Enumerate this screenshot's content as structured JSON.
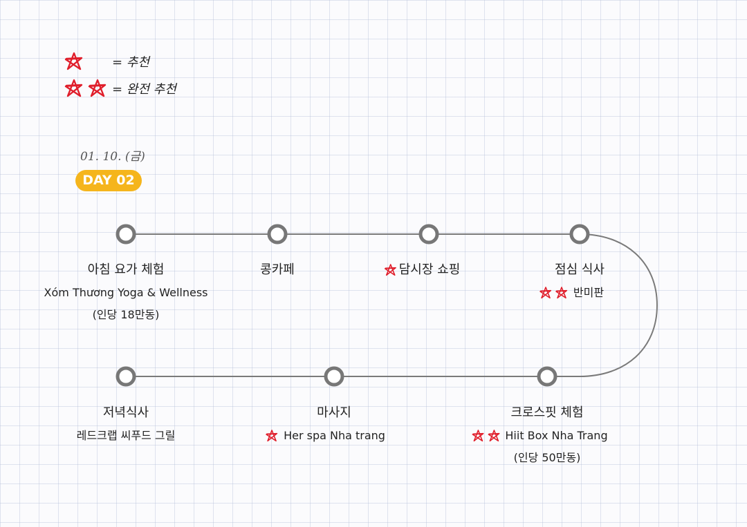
{
  "legend": {
    "recommend": "= 추천",
    "strong_recommend": "= 완전 추천"
  },
  "date": "01. 10. (금)",
  "day_label": "DAY 02",
  "colors": {
    "badge": "#f5b51c",
    "line": "#7a7a7a",
    "star": "#e01e2b"
  },
  "stops": [
    {
      "title": "아침 요가 체험",
      "place": "Xóm Thương Yoga & Wellness",
      "price": "(인당 18만동)",
      "stars": 0
    },
    {
      "title": "콩카페",
      "stars": 0
    },
    {
      "title": "담시장 쇼핑",
      "stars": 1
    },
    {
      "title": "점심 식사",
      "place": "반미판",
      "stars": 2
    },
    {
      "title": "크로스핏 체험",
      "place": "Hiit Box Nha Trang",
      "price": "(인당 50만동)",
      "stars": 2
    },
    {
      "title": "마사지",
      "place": "Her spa Nha trang",
      "stars": 1
    },
    {
      "title": "저녁식사",
      "place": "레드크랩 씨푸드 그릴",
      "stars": 0
    }
  ]
}
